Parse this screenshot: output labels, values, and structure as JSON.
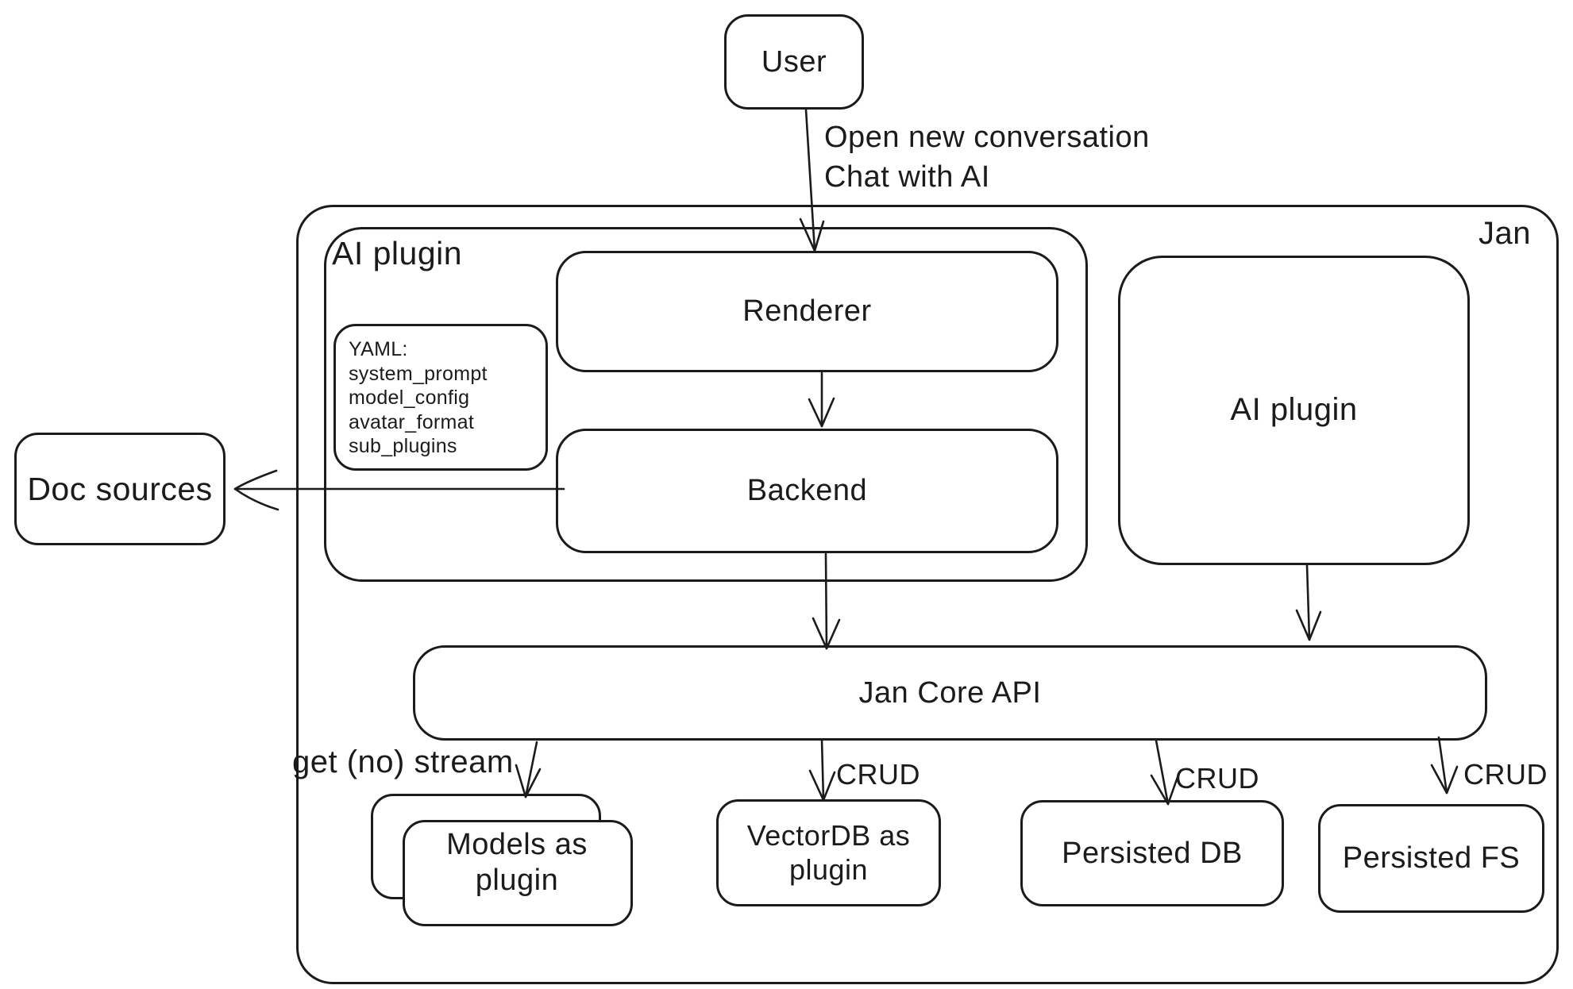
{
  "diagram": {
    "background": "#ffffff",
    "stroke_color": "#1b1b1b",
    "nodes": {
      "user": {
        "label": "User"
      },
      "jan_container": {
        "label": "Jan"
      },
      "ai_plugin_container": {
        "label": "AI plugin"
      },
      "renderer": {
        "label": "Renderer"
      },
      "backend": {
        "label": "Backend"
      },
      "yaml_note": {
        "text": "YAML:\nsystem_prompt\nmodel_config\navatar_format\nsub_plugins"
      },
      "ai_plugin_right": {
        "label": "AI plugin"
      },
      "doc_sources": {
        "label": "Doc sources"
      },
      "jan_core_api": {
        "label": "Jan Core API"
      },
      "models": {
        "label": "Models as\nplugin"
      },
      "vectordb": {
        "label": "VectorDB as\nplugin"
      },
      "persisted_db": {
        "label": "Persisted DB"
      },
      "persisted_fs": {
        "label": "Persisted FS"
      }
    },
    "edge_labels": {
      "user_to_renderer": "Open new conversation\nChat with AI",
      "get_no_stream": "get (no) stream",
      "crud_vectordb": "CRUD",
      "crud_persisted_db": "CRUD",
      "crud_persisted_fs": "CRUD"
    }
  }
}
